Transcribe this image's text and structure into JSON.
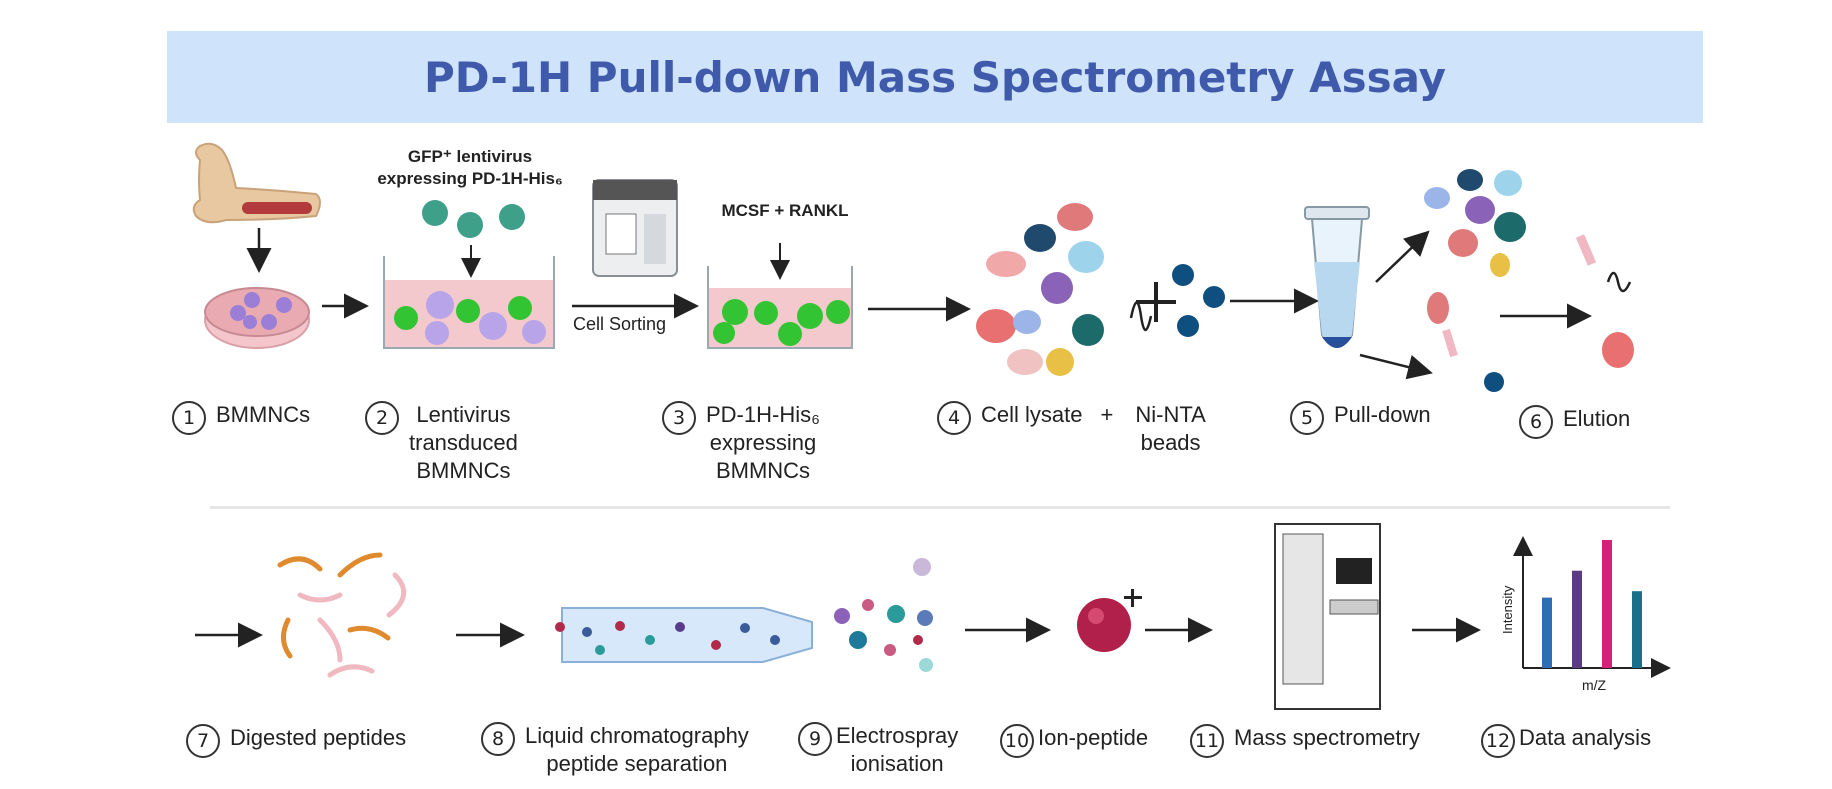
{
  "title": "PD-1H Pull-down Mass Spectrometry Assay",
  "annotations": {
    "lentivirus_line1": "GFP⁺ lentivirus",
    "lentivirus_line2": "expressing PD-1H-His₆",
    "mcsf": "MCSF + RANKL",
    "cell_sorting": "Cell Sorting",
    "plus": "+"
  },
  "steps": [
    {
      "num": "1",
      "label": "BMMNCs"
    },
    {
      "num": "2",
      "label": "Lentivirus\ntransduced\nBMMNCs"
    },
    {
      "num": "3",
      "label": "PD-1H-His₆\nexpressing\nBMMNCs"
    },
    {
      "num": "4",
      "label": "Cell lysate",
      "plus": "+",
      "label2": "Ni-NTA\nbeads"
    },
    {
      "num": "5",
      "label": "Pull-down"
    },
    {
      "num": "6",
      "label": "Elution"
    },
    {
      "num": "7",
      "label": "Digested peptides"
    },
    {
      "num": "8",
      "label": "Liquid chromatography\npeptide separation"
    },
    {
      "num": "9",
      "label": "Electrospray\nionisation"
    },
    {
      "num": "10",
      "label": "Ion-peptide"
    },
    {
      "num": "11",
      "label": "Mass spectrometry"
    },
    {
      "num": "12",
      "label": "Data analysis"
    }
  ],
  "mini_chart": {
    "ylabel": "Intensity",
    "xlabel": "m/Z",
    "plus_sign": "+",
    "bars": [
      0.55,
      0.76,
      1.0,
      0.6
    ],
    "colors": [
      "#2f6db5",
      "#5b3b82",
      "#d6207a",
      "#1a6f8a"
    ]
  },
  "colors": {
    "banner": "#cfe3fb",
    "title": "#3f5aab",
    "gfp": "#33c433",
    "pink_medium": "#f2c4c8",
    "bead": "#0f4f80"
  }
}
